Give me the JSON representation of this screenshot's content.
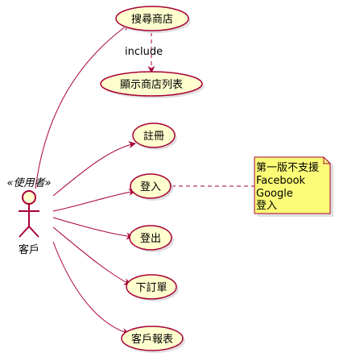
{
  "actor": {
    "stereotype": "«使用者»",
    "name": "客戶"
  },
  "use_cases": {
    "search_store": "搜尋商店",
    "show_store_list": "顯示商店列表",
    "register": "註冊",
    "login": "登入",
    "logout": "登出",
    "place_order": "下訂單",
    "customer_report": "客戶報表"
  },
  "relations": {
    "include_label": "include"
  },
  "note": {
    "line1": "第一版不支援",
    "line2": "Facebook",
    "line3": "Google",
    "line4": "登入"
  },
  "colors": {
    "usecase_fill": "#FEFECE",
    "border": "#A80036",
    "note_fill": "#FBFB77",
    "shadow": "#E0E0E0"
  }
}
